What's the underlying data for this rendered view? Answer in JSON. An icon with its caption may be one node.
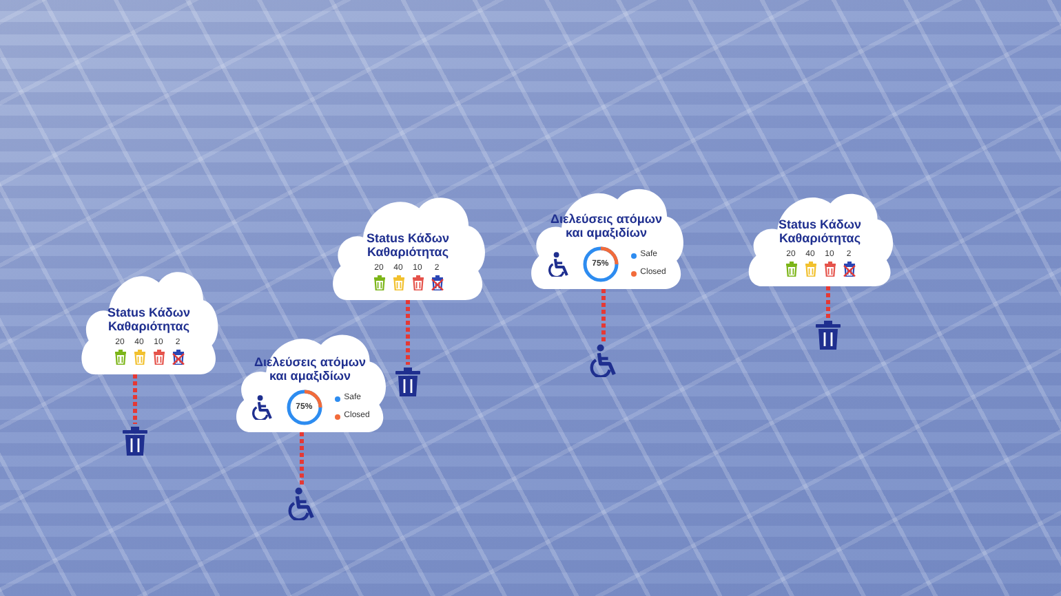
{
  "diagram": {
    "nodes": [
      {
        "text": [
          "Status Κάδων Καθαριότητας",
          "20",
          "40",
          "10",
          "2"
        ]
      },
      {
        "text": [],
        "shape": "picture"
      },
      {
        "text": [
          "Διελεύσεις ατόμων και αμαξιδίων",
          "75%",
          "Safe",
          "Closed"
        ]
      },
      {
        "text": [],
        "shape": "picture"
      },
      {
        "text": [
          "Status Κάδων Καθαριότητας",
          "20",
          "40",
          "10",
          "2"
        ]
      },
      {
        "text": [],
        "shape": "picture"
      },
      {
        "text": [
          "Διελεύσεις ατόμων και αμαξιδίων",
          "75%",
          "Safe",
          "Closed"
        ]
      },
      {
        "text": [],
        "shape": "picture"
      },
      {
        "text": [
          "Status Κάδων Καθαριότητας",
          "20",
          "40",
          "10",
          "2"
        ]
      },
      {
        "text": [],
        "shape": "picture"
      }
    ],
    "edges": [
      {
        "from": 0,
        "to": 1,
        "arrow": "none",
        "style": "dashed"
      },
      {
        "from": 2,
        "to": 3,
        "arrow": "none",
        "style": "dashed"
      },
      {
        "from": 4,
        "to": 5,
        "arrow": "none",
        "style": "dashed"
      },
      {
        "from": 6,
        "to": 7,
        "arrow": "none",
        "style": "dashed"
      },
      {
        "from": 8,
        "to": 9,
        "arrow": "none",
        "style": "dashed"
      }
    ]
  }
}
